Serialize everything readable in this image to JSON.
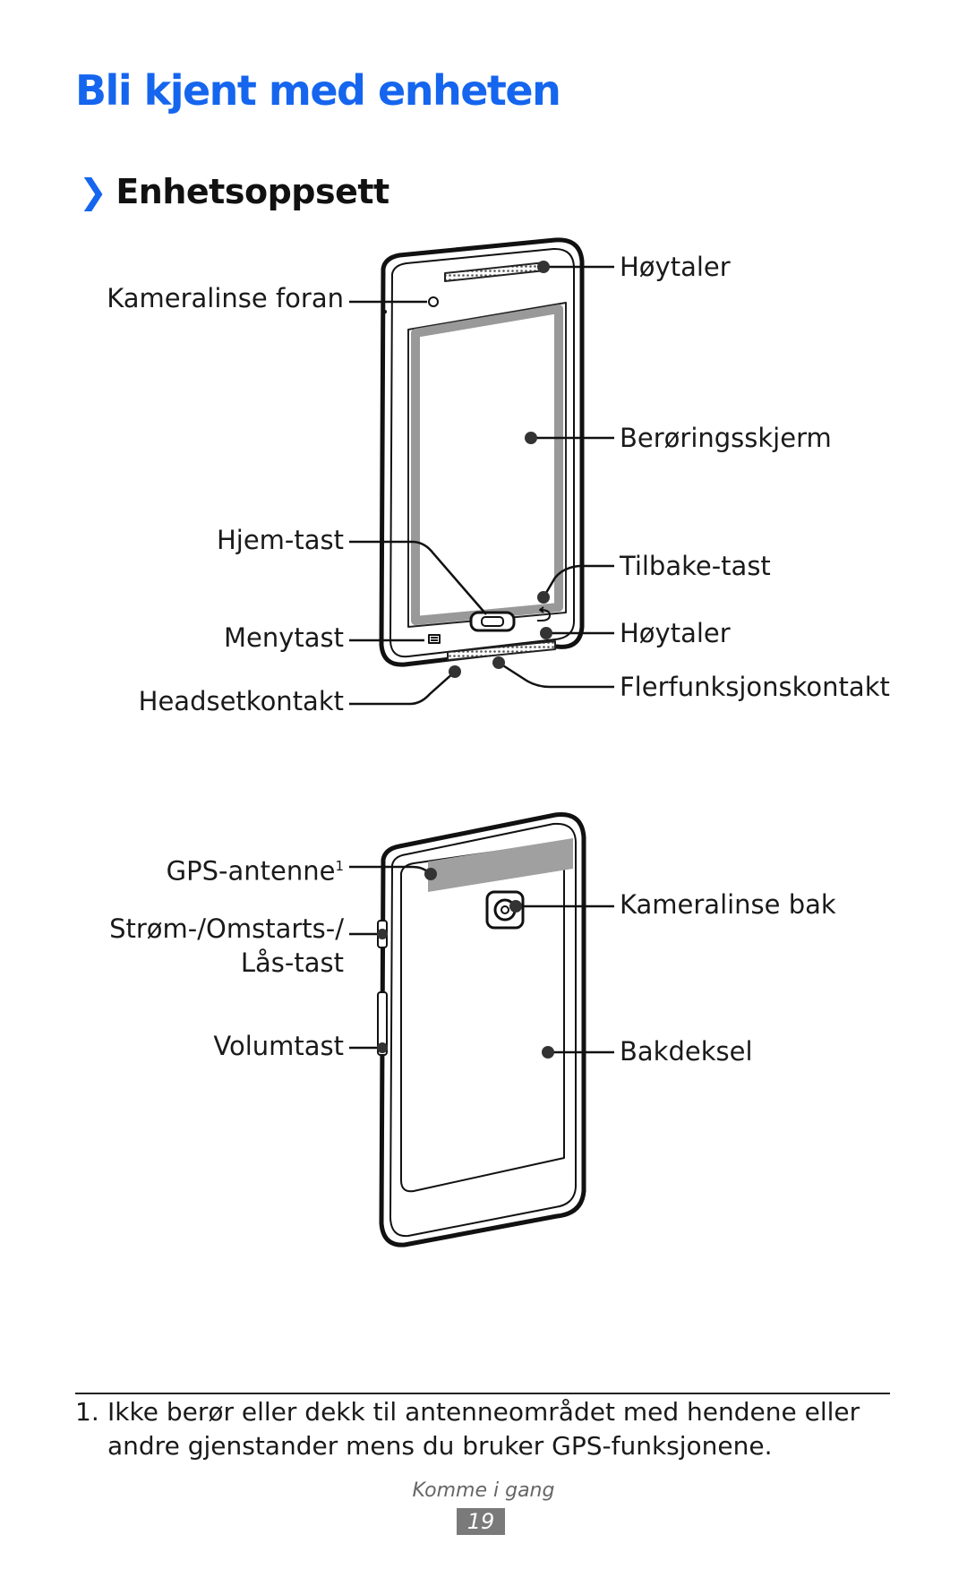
{
  "page": {
    "title": "Bli kjent med enheten",
    "section_chevron": "❯",
    "section_title": "Enhetsoppsett"
  },
  "front_labels": {
    "front_camera": "Kameralinse foran",
    "speaker_top": "Høytaler",
    "touchscreen": "Berøringsskjerm",
    "home_key": "Hjem-tast",
    "back_key": "Tilbake-tast",
    "menu_key": "Menytast",
    "speaker_bottom": "Høytaler",
    "headset_jack": "Headsetkontakt",
    "multifunction_jack": "Flerfunksjonskontakt"
  },
  "back_labels": {
    "gps_antenna": "GPS-antenne",
    "gps_footnote_ref": "1",
    "power_key_line1": "Strøm-/Omstarts-/",
    "power_key_line2": "Lås-tast",
    "volume_key": "Volumtast",
    "rear_camera": "Kameralinse bak",
    "back_cover": "Bakdeksel"
  },
  "footnote": {
    "number": "1.",
    "text": "Ikke berør eller dekk til antenneområdet med hendene eller andre gjenstander mens du bruker GPS-funksjonene."
  },
  "footer": {
    "section": "Komme i gang",
    "page_number": "19"
  }
}
